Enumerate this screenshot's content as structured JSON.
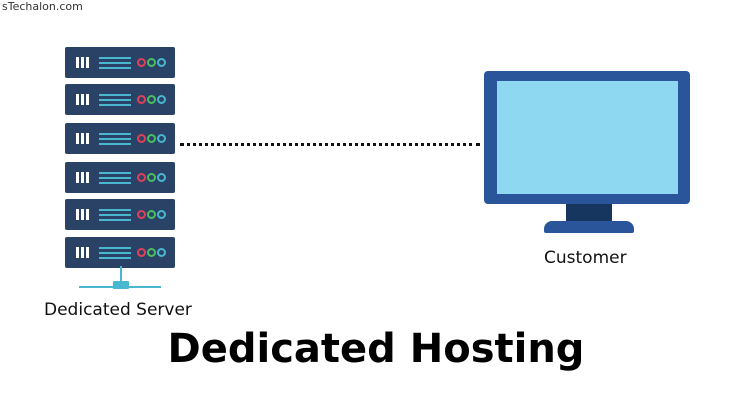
{
  "watermark": "sTechalon.com",
  "diagram": {
    "server_label": "Dedicated Server",
    "customer_label": "Customer",
    "title": "Dedicated Hosting",
    "server_units": 6,
    "server_icon": "server-rack-icon",
    "customer_icon": "monitor-icon",
    "connection": "dotted-line"
  },
  "colors": {
    "server_body": "#2a4266",
    "server_accent": "#48b7cf",
    "led_red": "#e0405a",
    "led_green": "#48c060",
    "led_blue": "#48b7cf",
    "monitor_frame": "#2a559a",
    "monitor_screen": "#8fd8f2",
    "monitor_stand": "#17365f"
  }
}
